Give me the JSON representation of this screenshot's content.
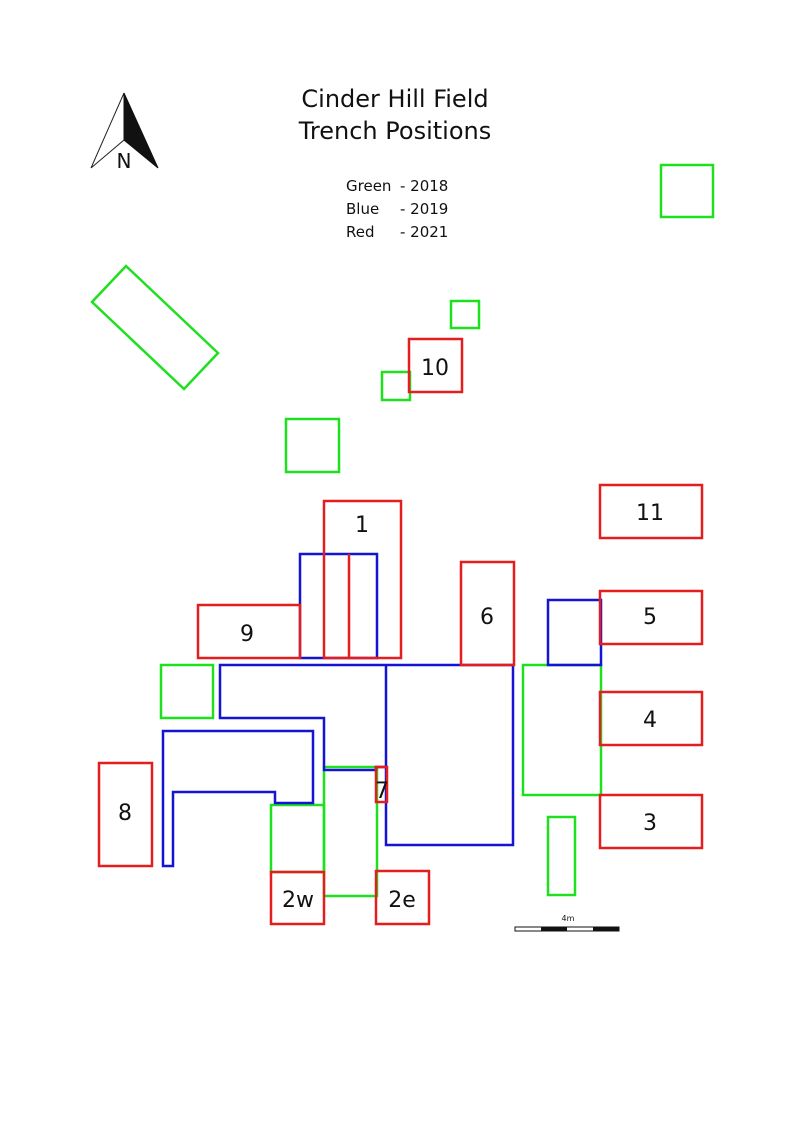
{
  "title": {
    "line1": "Cinder Hill Field",
    "line2": "Trench Positions"
  },
  "north_arrow": {
    "label": "N",
    "icon": "north-arrow-icon"
  },
  "legend": [
    {
      "color_name": "Green",
      "year": "- 2018",
      "color": "#1ee01e"
    },
    {
      "color_name": "Blue",
      "year": "- 2019",
      "color": "#1414d2"
    },
    {
      "color_name": "Red",
      "year": "- 2021",
      "color": "#e41e1e"
    }
  ],
  "trench_labels": {
    "t1": "1",
    "t2w": "2w",
    "t2e": "2e",
    "t3": "3",
    "t4": "4",
    "t5": "5",
    "t6": "6",
    "t7": "7",
    "t8": "8",
    "t9": "9",
    "t10": "10",
    "t11": "11"
  },
  "scale_bar": {
    "label": "4m"
  }
}
